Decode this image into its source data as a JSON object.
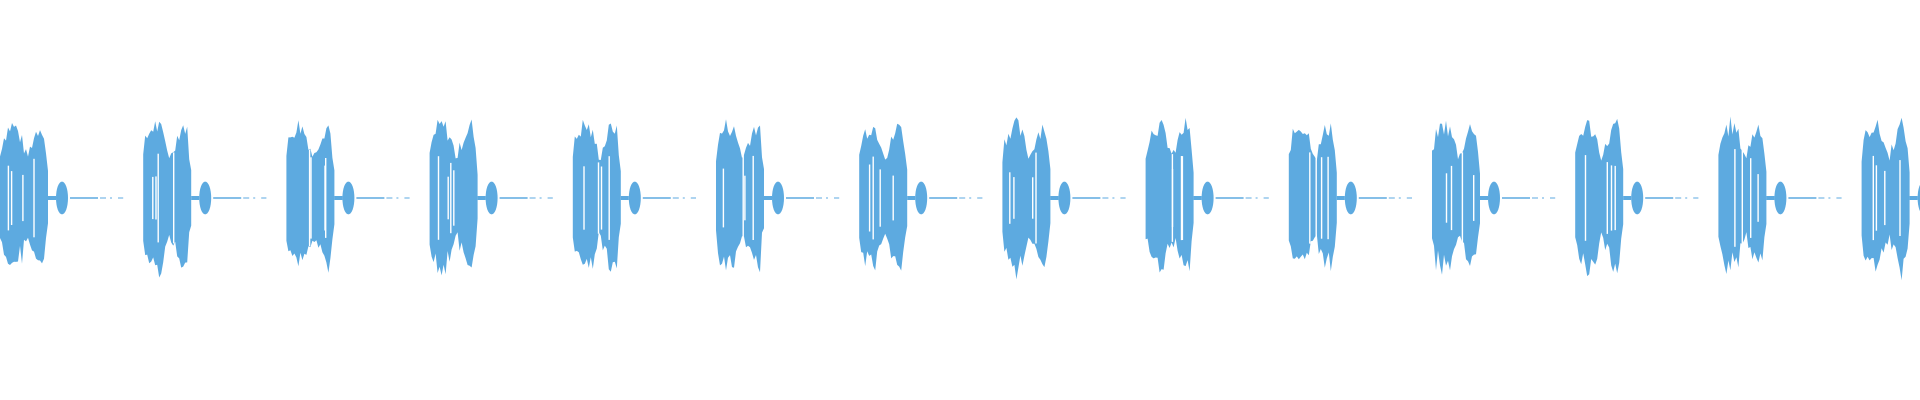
{
  "waveform": {
    "color": "#5DAAE0",
    "background": "#ffffff",
    "burst_count": 14,
    "pattern": "repeating-pulse",
    "burst_peak_amplitude": 0.95,
    "tail_blob_amplitude": 0.2,
    "silence_trace": "dashed-centerline"
  }
}
